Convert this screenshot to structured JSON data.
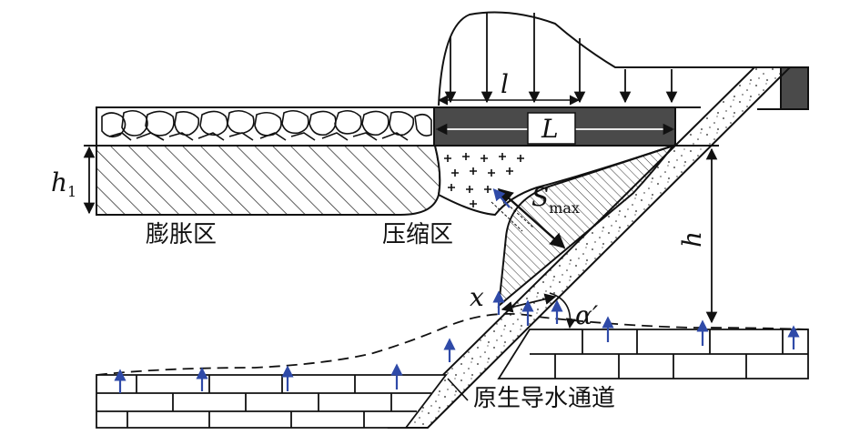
{
  "labels": {
    "l": "l",
    "L": "L",
    "h1_main": "h",
    "h1_sub": "1",
    "s_main": "S",
    "s_sub": "max",
    "h": "h",
    "x": "x",
    "alpha": "α′",
    "expansion_zone": "膨胀区",
    "compression_zone": "压缩区",
    "primary_water_channel": "原生导水通道"
  },
  "colors": {
    "ink": "#111111",
    "seam": "#4a4a4a",
    "water_arrow": "#2f4aa8",
    "hatch": "#333333"
  }
}
